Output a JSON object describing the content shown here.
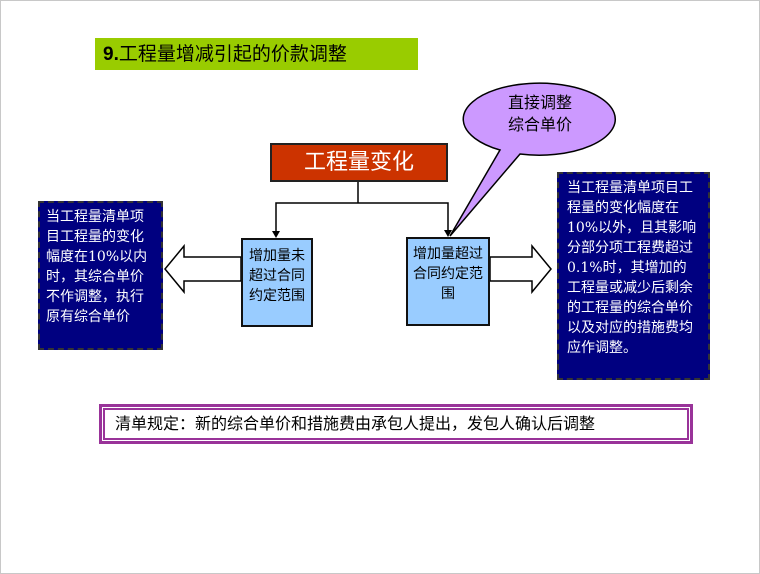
{
  "title": {
    "number": "9.",
    "text": "工程量增减引起的价款调整"
  },
  "root": "工程量变化",
  "callout": {
    "line1": "直接调整",
    "line2": "综合单价"
  },
  "branch_left": "增加量未超过合同约定范围",
  "branch_right": "增加量超过合同约定范围",
  "result_left": "当工程量清单项目工程量的变化幅度在10%以内时，其综合单价不作调整，执行原有综合单价",
  "result_right": "当工程量清单项目工程量的变化幅度在10%以外，且其影响分部分项工程费超过0.1%时，其增加的工程量或减少后剩余的工程量的综合单价以及对应的措施费均应作调整。",
  "note": "清单规定：新的综合单价和措施费由承包人提出，发包人确认后调整",
  "colors": {
    "title_bg": "#99cc00",
    "root_bg": "#cc3300",
    "branch_bg": "#99ccff",
    "result_bg": "#000080",
    "callout_bg": "#cc99ff",
    "note_border": "#993399"
  }
}
